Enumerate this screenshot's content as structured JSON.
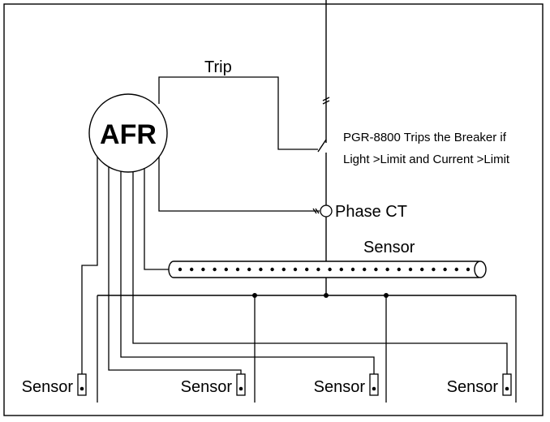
{
  "afr_label": "AFR",
  "trip_label": "Trip",
  "note_line1": "PGR-8800 Trips the Breaker if",
  "note_line2": "Light >Limit and Current >Limit",
  "phase_ct_label": "Phase CT",
  "fiber_sensor_label": "Sensor",
  "point_sensors": [
    {
      "label": "Sensor"
    },
    {
      "label": "Sensor"
    },
    {
      "label": "Sensor"
    },
    {
      "label": "Sensor"
    }
  ]
}
